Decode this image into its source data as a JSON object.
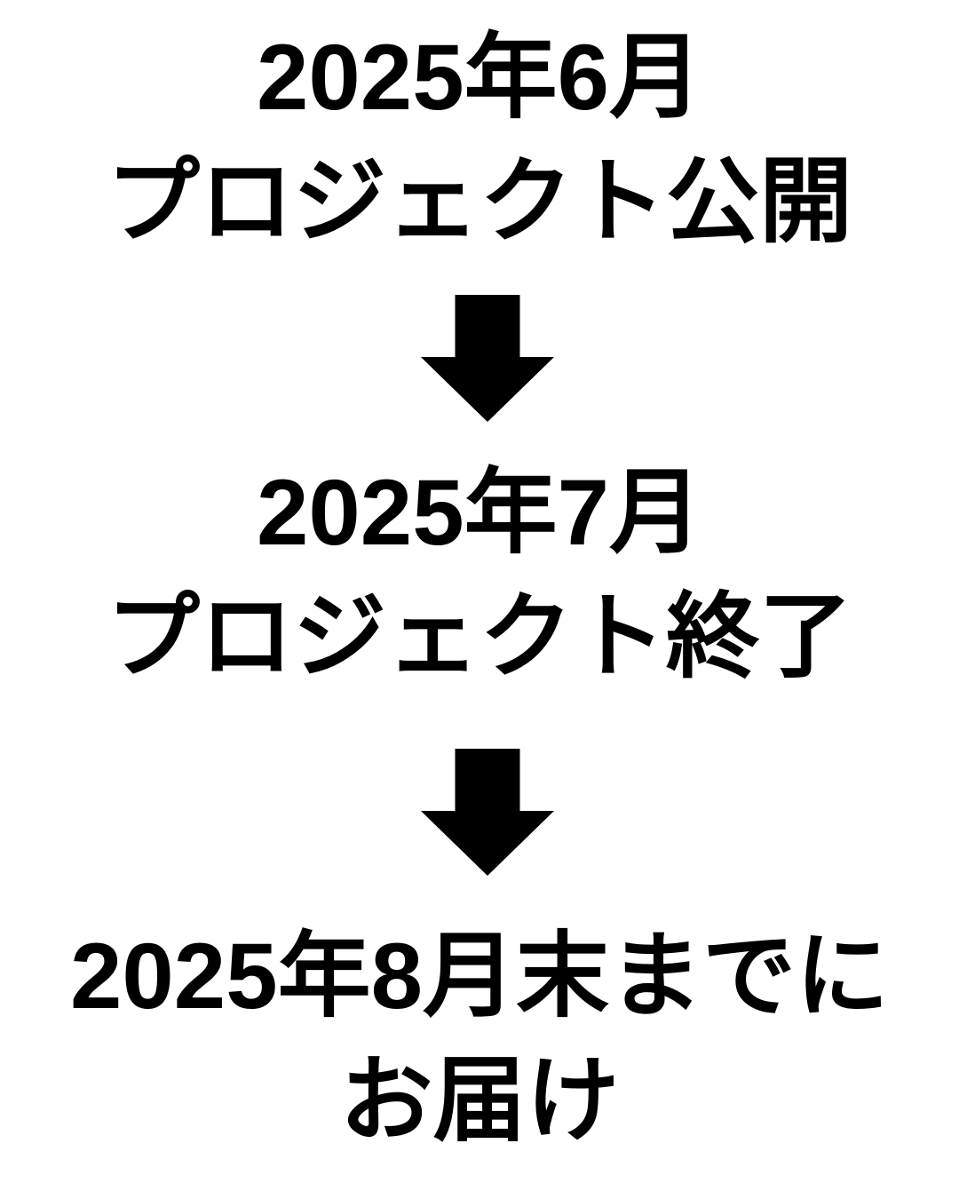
{
  "page": {
    "background_color": "#ffffff",
    "text_color": "#000000"
  },
  "timeline": {
    "steps": [
      {
        "date": "2025年6月",
        "label": "プロジェクト公開"
      },
      {
        "date": "2025年7月",
        "label": "プロジェクト終了"
      },
      {
        "date": "2025年8月末までに",
        "label": "お届け"
      }
    ],
    "arrow": {
      "icon": "down-arrow-icon",
      "color": "#000000",
      "direction": "down"
    }
  }
}
